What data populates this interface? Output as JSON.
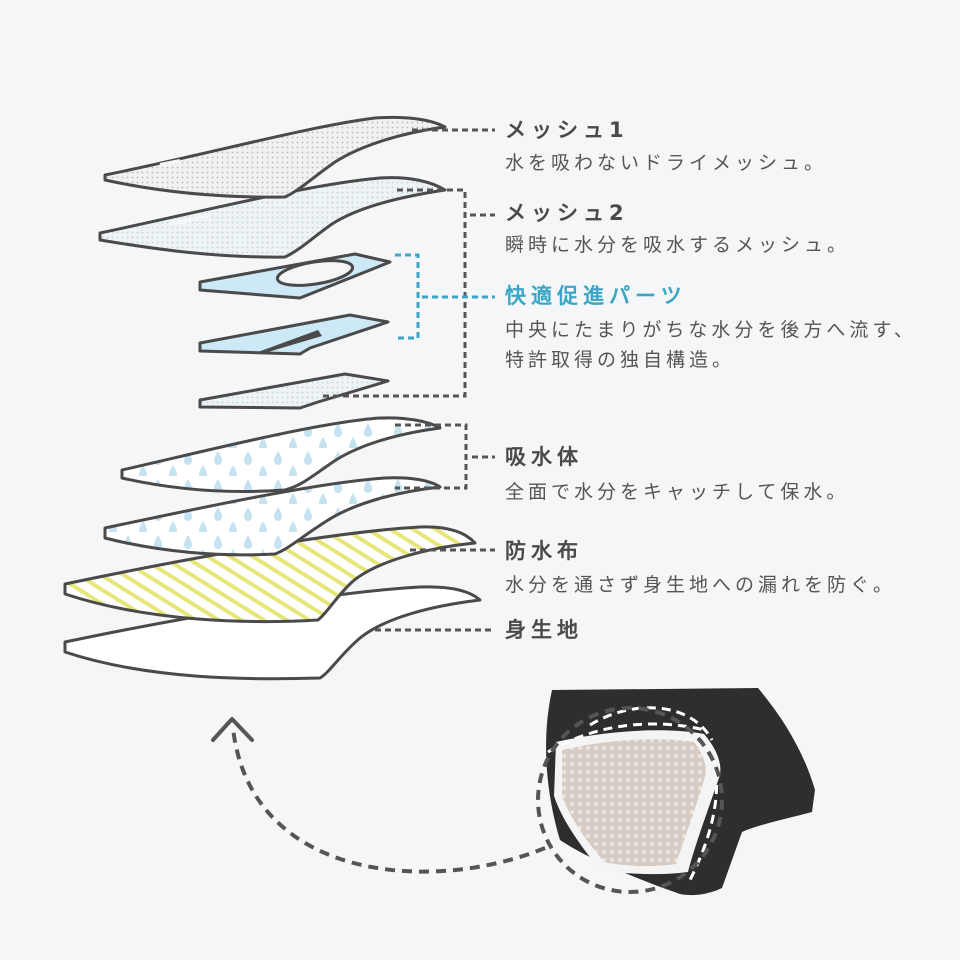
{
  "labels": [
    {
      "title": "メッシュ1",
      "desc": [
        "水を吸わないドライメッシュ。"
      ]
    },
    {
      "title": "メッシュ2",
      "desc": [
        "瞬時に水分を吸水するメッシュ。"
      ]
    },
    {
      "title": "快適促進パーツ",
      "desc": [
        "中央にたまりがちな水分を後方へ流す、",
        "特許取得の独自構造。"
      ]
    },
    {
      "title": "吸水体",
      "desc": [
        "全面で水分をキャッチして保水。"
      ]
    },
    {
      "title": "防水布",
      "desc": [
        "水分を通さず身生地への漏れを防ぐ。"
      ]
    },
    {
      "title": "身生地",
      "desc": []
    }
  ],
  "colors": {
    "background": "#f5f6f8",
    "outline": "#4a4a4a",
    "accent": "#3aa6c6",
    "comfort_part_fill": "#cde8f7",
    "waterproof_stripe": "#e6e67a",
    "absorber_drop": "#c5e2f1"
  }
}
